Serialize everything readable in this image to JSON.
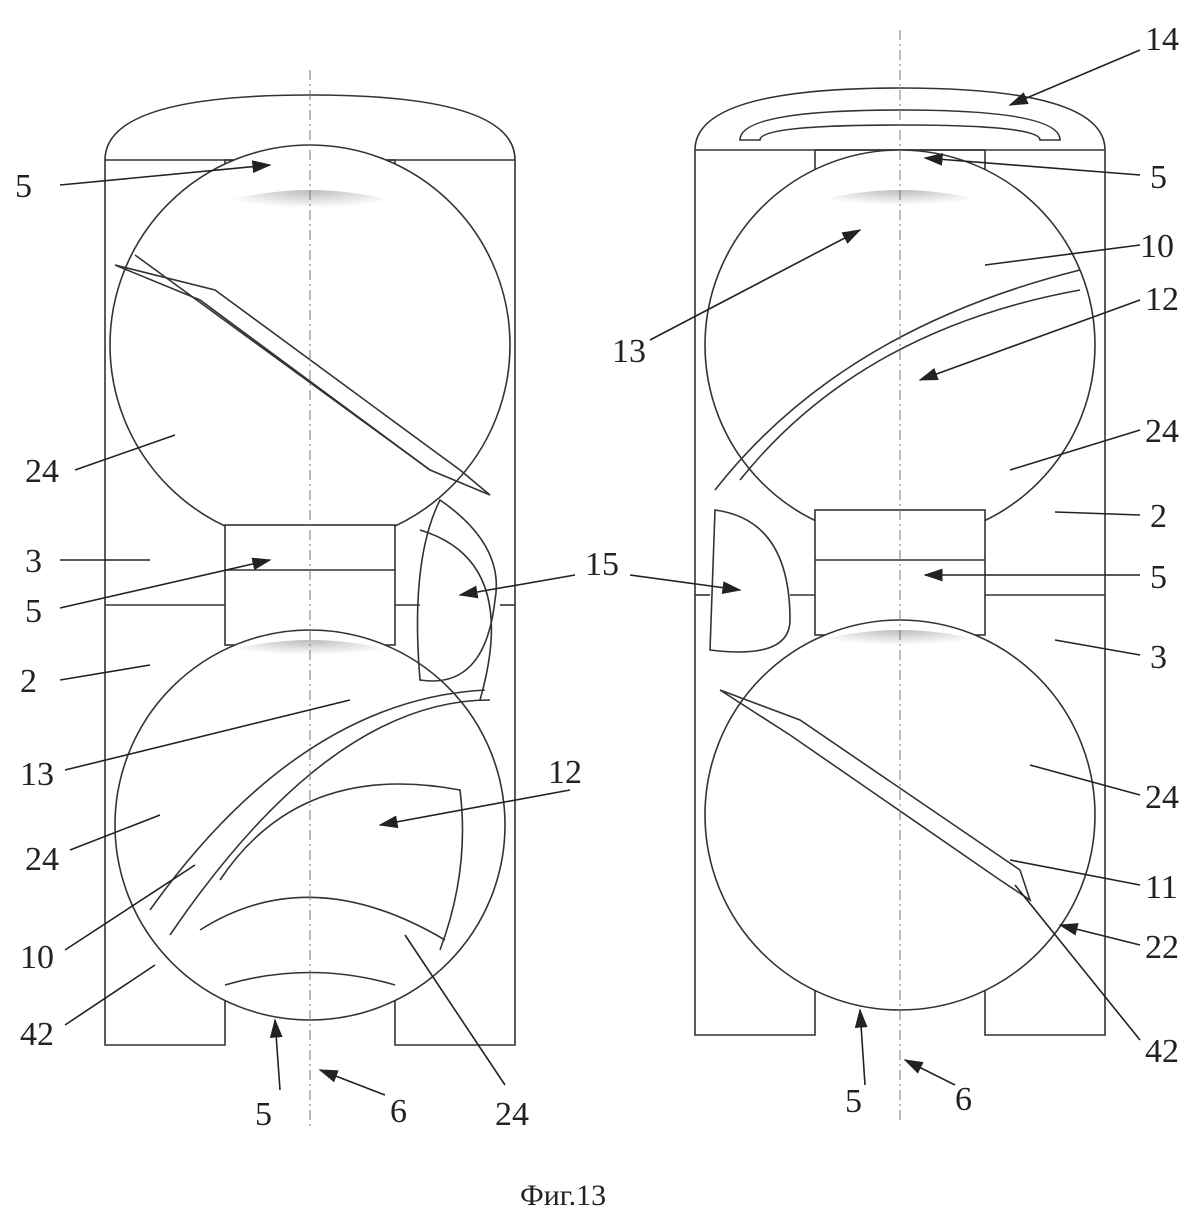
{
  "caption": "Фиг.13",
  "left_labels": [
    "5",
    "24",
    "3",
    "5",
    "2",
    "13",
    "24",
    "10",
    "42",
    "5",
    "6",
    "24",
    "12",
    "15"
  ],
  "right_labels": [
    "14",
    "5",
    "10",
    "12",
    "13",
    "24",
    "2",
    "5",
    "3",
    "24",
    "11",
    "22",
    "42",
    "5",
    "6"
  ]
}
